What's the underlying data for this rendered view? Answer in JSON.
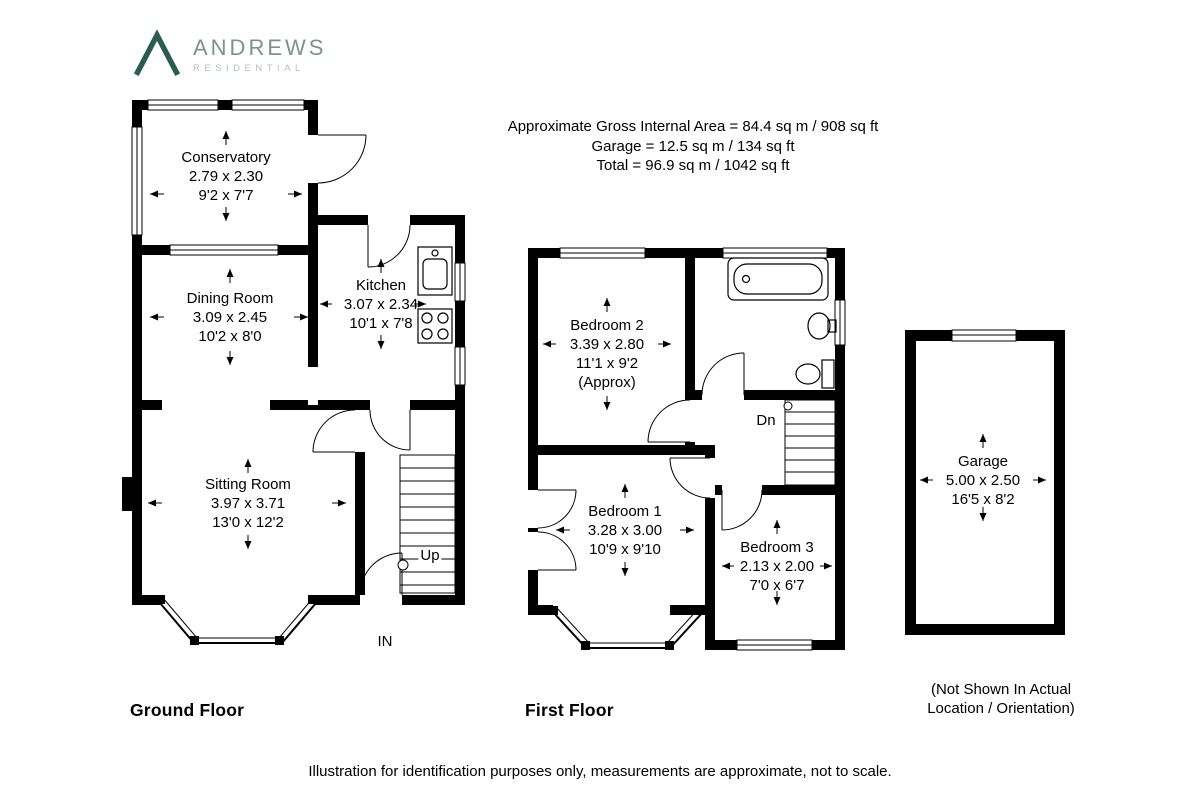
{
  "logo": {
    "name": "ANDREWS",
    "subtitle": "RESIDENTIAL"
  },
  "summary": {
    "gross_internal": "Approximate Gross Internal Area = 84.4 sq m / 908 sq ft",
    "garage": "Garage = 12.5 sq m / 134 sq ft",
    "total": "Total = 96.9 sq m / 1042 sq ft"
  },
  "ground_floor": {
    "title": "Ground Floor",
    "up_label": "Up",
    "in_label": "IN",
    "rooms": {
      "conservatory": {
        "name": "Conservatory",
        "metric": "2.79 x 2.30",
        "imperial": "9'2 x 7'7"
      },
      "dining_room": {
        "name": "Dining Room",
        "metric": "3.09 x 2.45",
        "imperial": "10'2 x 8'0"
      },
      "kitchen": {
        "name": "Kitchen",
        "metric": "3.07 x 2.34",
        "imperial": "10'1 x 7'8"
      },
      "sitting_room": {
        "name": "Sitting Room",
        "metric": "3.97 x 3.71",
        "imperial": "13'0 x 12'2"
      }
    }
  },
  "first_floor": {
    "title": "First Floor",
    "dn_label": "Dn",
    "rooms": {
      "bedroom_2": {
        "name": "Bedroom 2",
        "metric": "3.39 x 2.80",
        "imperial": "11'1 x 9'2",
        "note": "(Approx)"
      },
      "bedroom_1": {
        "name": "Bedroom 1",
        "metric": "3.28 x 3.00",
        "imperial": "10'9 x 9'10"
      },
      "bedroom_3": {
        "name": "Bedroom 3",
        "metric": "2.13 x 2.00",
        "imperial": "7'0 x 6'7"
      }
    }
  },
  "garage": {
    "room": {
      "name": "Garage",
      "metric": "5.00 x 2.50",
      "imperial": "16'5 x 8'2"
    },
    "note_line1": "(Not Shown In Actual",
    "note_line2": "Location / Orientation)"
  },
  "disclaimer": "Illustration for identification purposes only, measurements are approximate, not to scale."
}
